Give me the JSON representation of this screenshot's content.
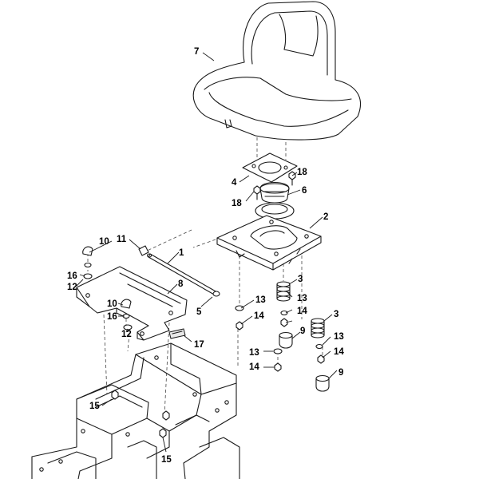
{
  "callouts": {
    "c7": "7",
    "c4": "4",
    "c18a": "18",
    "c6": "6",
    "c18b": "18",
    "c2": "2",
    "c10a": "10",
    "c11": "11",
    "c1": "1",
    "c16a": "16",
    "c12a": "12",
    "c8": "8",
    "c3a": "3",
    "c13a": "13",
    "c10b": "10",
    "c16b": "16",
    "c5": "5",
    "c13b": "13",
    "c14a": "14",
    "c14b": "14",
    "c3b": "3",
    "c12b": "12",
    "c9a": "9",
    "c13c": "13",
    "c17": "17",
    "c14c": "14",
    "c13d": "13",
    "c14d": "14",
    "c9b": "9",
    "c15a": "15",
    "c15b": "15"
  }
}
